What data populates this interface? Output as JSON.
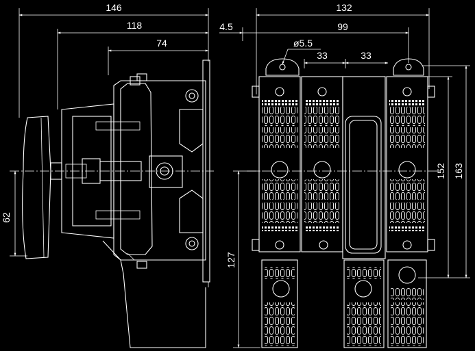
{
  "drawing": {
    "side_view": {
      "overall_width": "146",
      "mechanism_width": "118",
      "body_width": "74",
      "handle_axis_height": "62"
    },
    "front_view": {
      "overall_width": "132",
      "offset": "4.5",
      "pole_span": "99",
      "hole_diameter": "ø5.5",
      "pole_pitch_1": "33",
      "pole_pitch_2": "33",
      "height_152": "152",
      "height_163": "163",
      "height_127": "127"
    }
  },
  "colors": {
    "background": "#000000",
    "line": "#ffffff"
  }
}
